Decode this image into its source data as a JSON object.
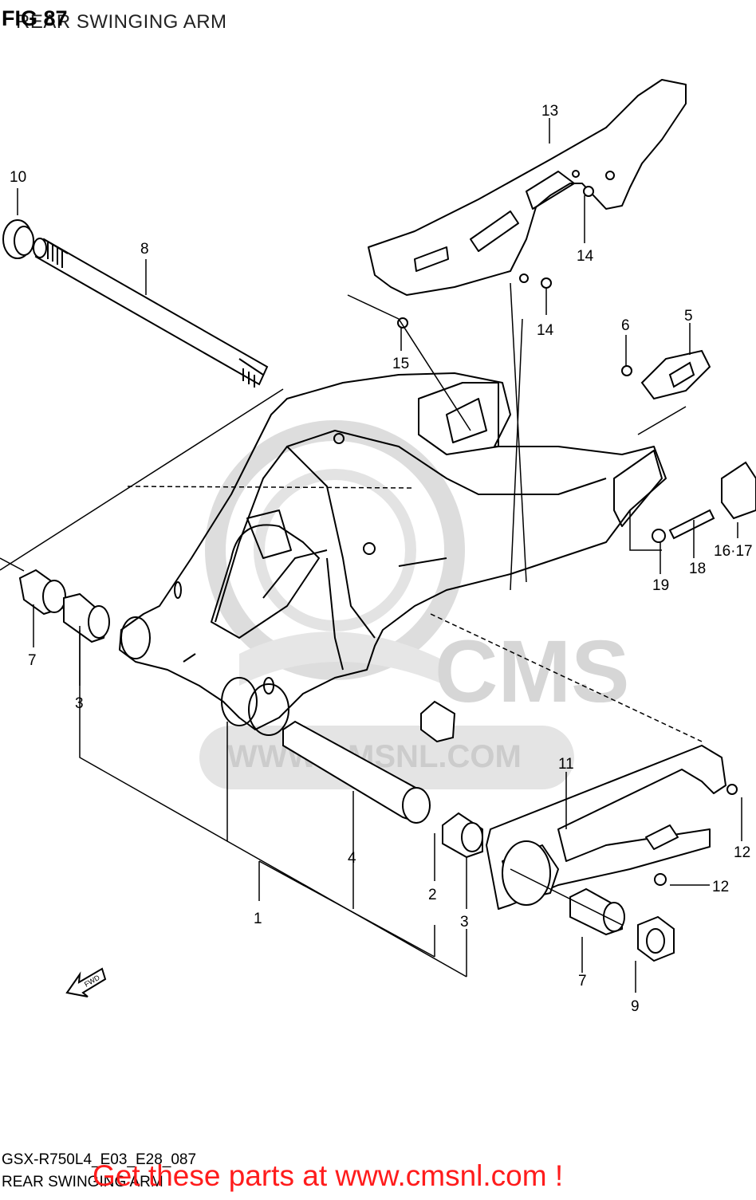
{
  "header": {
    "fig_label": "FIG 87",
    "title": "REAR SWINGING ARM"
  },
  "watermark": {
    "logo_text": "CMS",
    "url_text": "WWW.CMSNL.COM"
  },
  "callouts": [
    "1",
    "2",
    "3",
    "3",
    "4",
    "5",
    "6",
    "7",
    "7",
    "8",
    "9",
    "10",
    "11",
    "12",
    "12",
    "13",
    "14",
    "14",
    "15",
    "16·17",
    "18",
    "19"
  ],
  "fwd_label": "FWD",
  "footer": {
    "model_code": "GSX-R750L4_E03_E28_087",
    "subtitle": "REAR SWINGING ARM",
    "cta": "Get these parts at www.cmsnl.com !"
  },
  "colors": {
    "line": "#000000",
    "watermark": "#d9d9d9",
    "cta": "#ff1c1c"
  }
}
